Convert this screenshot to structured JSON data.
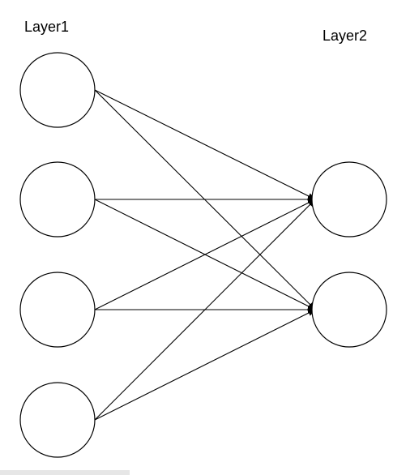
{
  "layers": [
    {
      "label": "Layer1",
      "node_count": 4
    },
    {
      "label": "Layer2",
      "node_count": 2
    }
  ],
  "connections": "fully-connected",
  "colors": {
    "stroke": "#000000",
    "background": "#ffffff"
  }
}
